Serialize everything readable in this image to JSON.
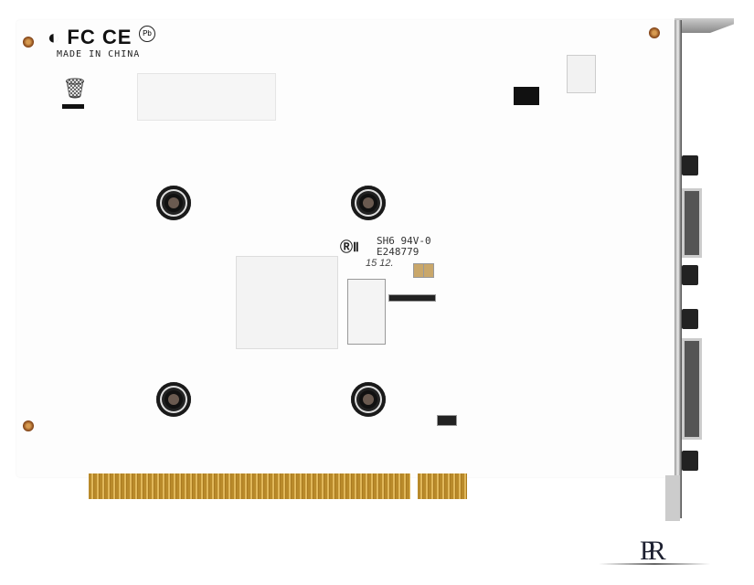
{
  "image": {
    "subject": "Graphics card PCB back side",
    "markings": {
      "certifications": "FC CE",
      "origin": "MADE IN CHINA",
      "pb_free": "Pb",
      "ul_code": "SH6 94V-0",
      "ul_file": "E248779",
      "date_code": "15 12."
    },
    "watermark": "PR",
    "colors": {
      "pcb": "#fdfdfd",
      "gold_fingers": "#c9992f",
      "bracket": "#bbbbbb"
    }
  }
}
